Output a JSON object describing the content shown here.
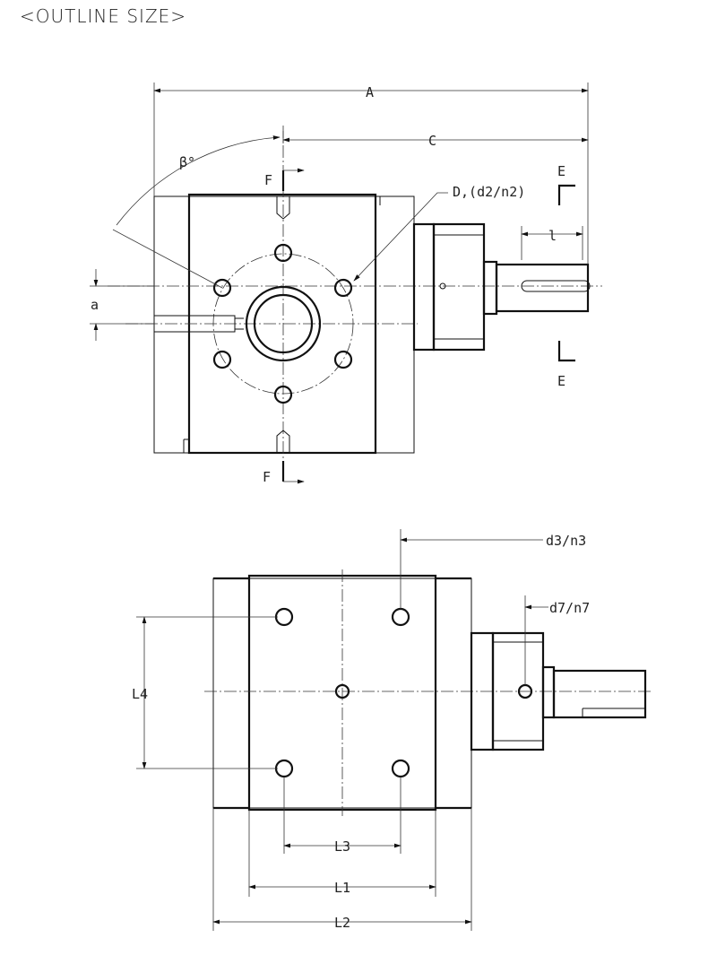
{
  "title": "<OUTLINE SIZE>",
  "labels": {
    "A": "A",
    "C": "C",
    "beta": "β°",
    "F_top": "F",
    "F_bottom": "F",
    "D": "D,(d2/n2)",
    "E_top": "E",
    "E_bottom": "E",
    "l": "l",
    "a": "a",
    "d3": "d3/n3",
    "d7": "d7/n7",
    "L4": "L4",
    "L3": "L3",
    "L1": "L1",
    "L2": "L2"
  }
}
